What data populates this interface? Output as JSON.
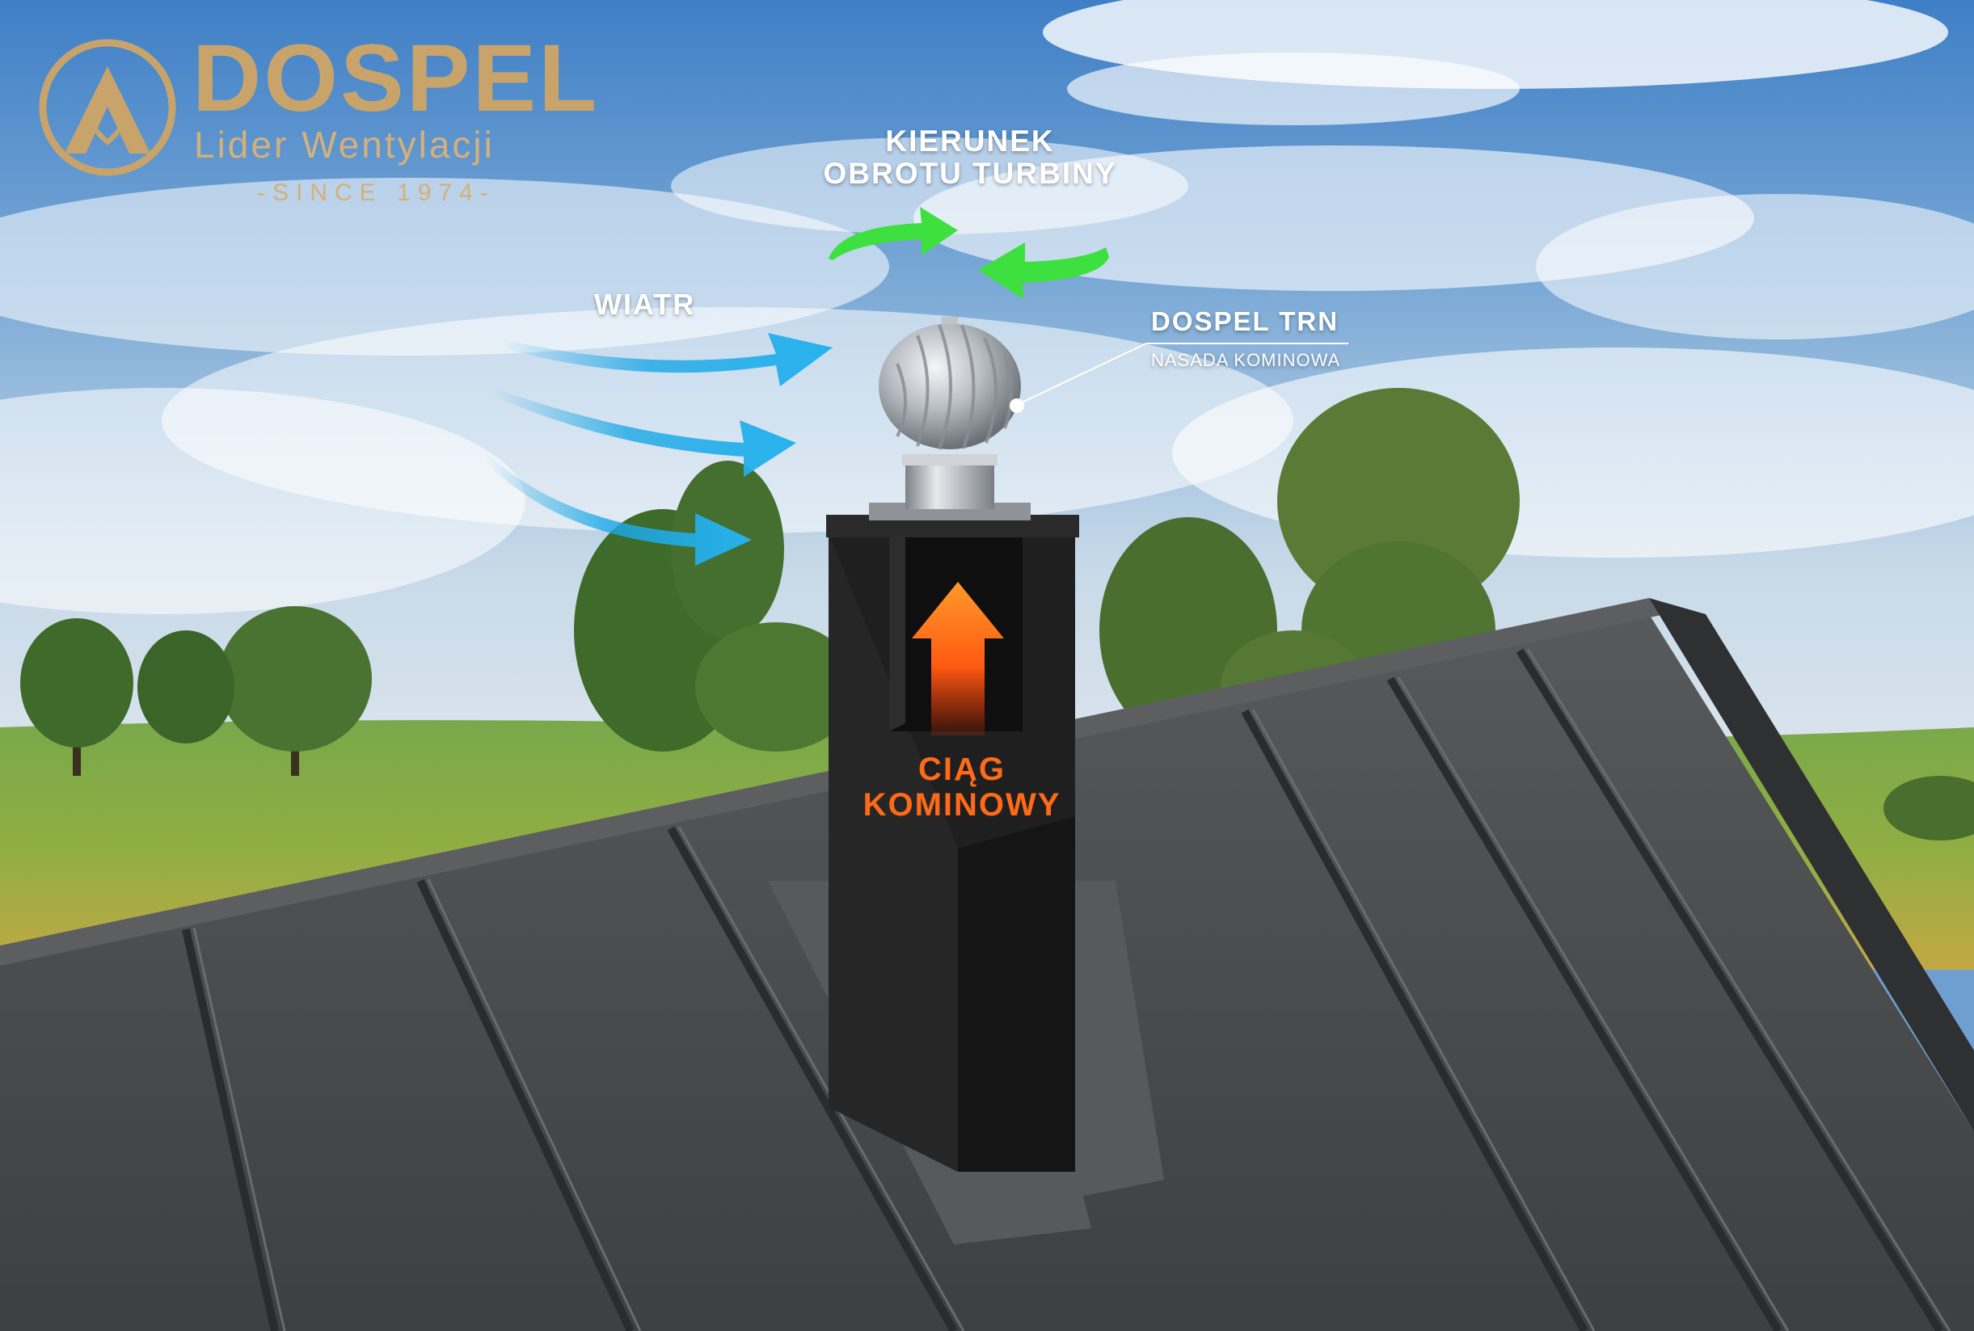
{
  "brand": {
    "name": "DOSPEL",
    "tagline": "Lider Wentylacji",
    "since": "-SINCE 1974-",
    "logo_icon": "mountain-emblem-icon"
  },
  "labels": {
    "rotation_line1": "KIERUNEK",
    "rotation_line2": "OBROTU TURBINY",
    "wind": "WIATR",
    "product_name": "DOSPEL TRN",
    "product_desc": "NASADA KOMINOWA",
    "draft_line1": "CIĄG",
    "draft_line2": "KOMINOWY"
  },
  "colors": {
    "brand_gold": "#c9a46a",
    "wind_arrow": "#1aa7e6",
    "rotation_arrow": "#3ee040",
    "draft_arrow": "#ff6a18",
    "roof": "#4a4b4d",
    "chimney": "#1f1f20"
  }
}
